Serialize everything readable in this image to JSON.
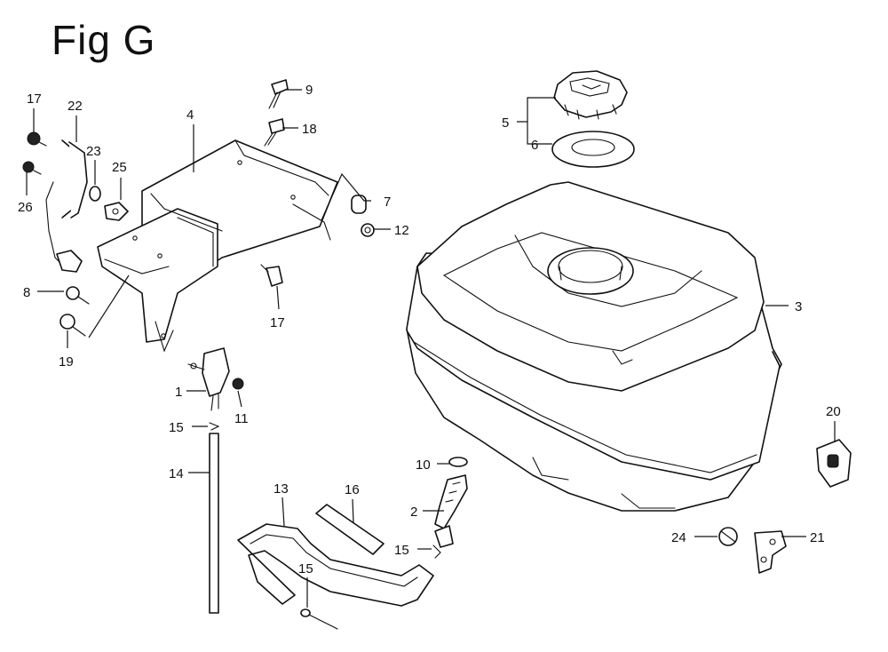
{
  "figure": {
    "title": "Fig G"
  },
  "callouts": [
    {
      "id": "c5",
      "text": "5"
    },
    {
      "id": "c6",
      "text": "6"
    },
    {
      "id": "c3",
      "text": "3"
    },
    {
      "id": "c4",
      "text": "4"
    },
    {
      "id": "c9",
      "text": "9"
    },
    {
      "id": "c18",
      "text": "18"
    },
    {
      "id": "c7",
      "text": "7"
    },
    {
      "id": "c12",
      "text": "12"
    },
    {
      "id": "c17a",
      "text": "17"
    },
    {
      "id": "c22",
      "text": "22"
    },
    {
      "id": "c23",
      "text": "23"
    },
    {
      "id": "c25",
      "text": "25"
    },
    {
      "id": "c26",
      "text": "26"
    },
    {
      "id": "c8",
      "text": "8"
    },
    {
      "id": "c19",
      "text": "19"
    },
    {
      "id": "c17b",
      "text": "17"
    },
    {
      "id": "c1",
      "text": "1"
    },
    {
      "id": "c11",
      "text": "11"
    },
    {
      "id": "c15a",
      "text": "15"
    },
    {
      "id": "c14",
      "text": "14"
    },
    {
      "id": "c13",
      "text": "13"
    },
    {
      "id": "c16",
      "text": "16"
    },
    {
      "id": "c10",
      "text": "10"
    },
    {
      "id": "c2",
      "text": "2"
    },
    {
      "id": "c15b",
      "text": "15"
    },
    {
      "id": "c15c",
      "text": "15"
    },
    {
      "id": "c20",
      "text": "20"
    },
    {
      "id": "c24",
      "text": "24"
    },
    {
      "id": "c21",
      "text": "21"
    }
  ]
}
